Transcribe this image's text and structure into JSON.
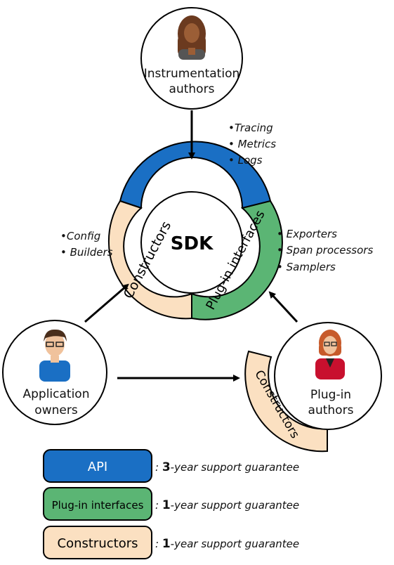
{
  "instrumentation_authors": {
    "label_line1": "Instrumentation",
    "label_line2": "authors"
  },
  "application_owners": {
    "label_line1": "Application",
    "label_line2": "owners"
  },
  "plugin_authors": {
    "label_line1": "Plug-in",
    "label_line2": "authors"
  },
  "ring": {
    "center_label": "SDK",
    "api_label": "API",
    "constructors_label": "Constructors",
    "plugin_interfaces_label": "Plug-in interfaces"
  },
  "plugin_constructors_label": "Constructors",
  "api_bullets": [
    "•Tracing",
    "• Metrics",
    "• Logs"
  ],
  "constructor_bullets": [
    "•Config",
    "• Builders"
  ],
  "plugin_bullets": [
    "• Exporters",
    "• Span processors",
    "• Samplers"
  ],
  "legend": [
    {
      "label": "API",
      "prefix": ": ",
      "number": "3",
      "suffix": "-year support guarantee",
      "color": "#1a6fc4"
    },
    {
      "label": "Plug-in interfaces",
      "prefix": ": ",
      "number": "1",
      "suffix": "-year support guarantee",
      "color": "#5bb574"
    },
    {
      "label": "Constructors",
      "prefix": ": ",
      "number": "1",
      "suffix": "-year support guarantee",
      "color": "#fbe0c1"
    }
  ]
}
